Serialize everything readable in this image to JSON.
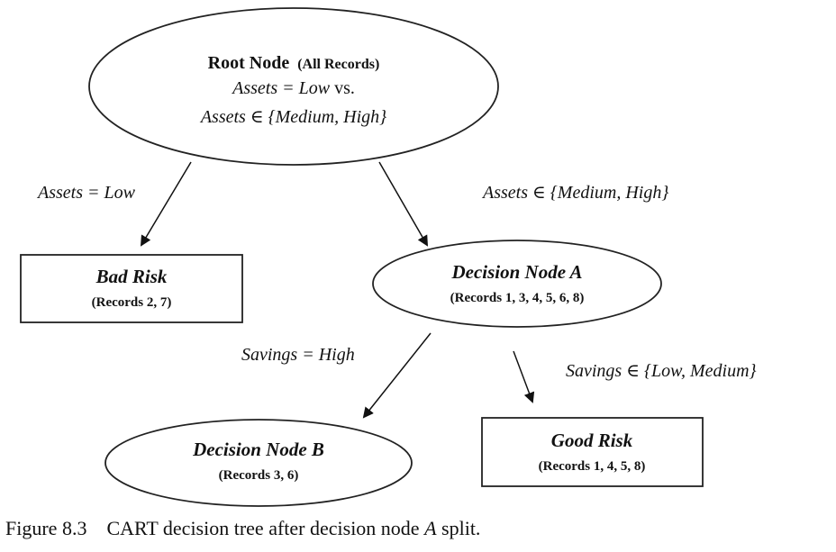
{
  "root": {
    "title": "Root Node",
    "title_suffix": "(All Records)",
    "line2_a": "Assets = Low",
    "line2_b": " vs.",
    "line3": "Assets ∈ {Medium, High}"
  },
  "edges": {
    "root_left": "Assets = Low",
    "root_right": "Assets ∈ {Medium, High}",
    "a_left": "Savings = High",
    "a_right": "Savings ∈ {Low, Medium}"
  },
  "bad_risk": {
    "title": "Bad Risk",
    "records": "(Records 2, 7)"
  },
  "node_a": {
    "title": "Decision Node A",
    "records": "(Records 1, 3, 4, 5, 6, 8)"
  },
  "node_b": {
    "title": "Decision Node B",
    "records": "(Records 3, 6)"
  },
  "good_risk": {
    "title": "Good Risk",
    "records": "(Records 1, 4, 5, 8)"
  },
  "caption": {
    "prefix": "Figure 8.3",
    "text_a": "CART decision tree after decision node ",
    "text_italic": "A",
    "text_b": " split."
  }
}
